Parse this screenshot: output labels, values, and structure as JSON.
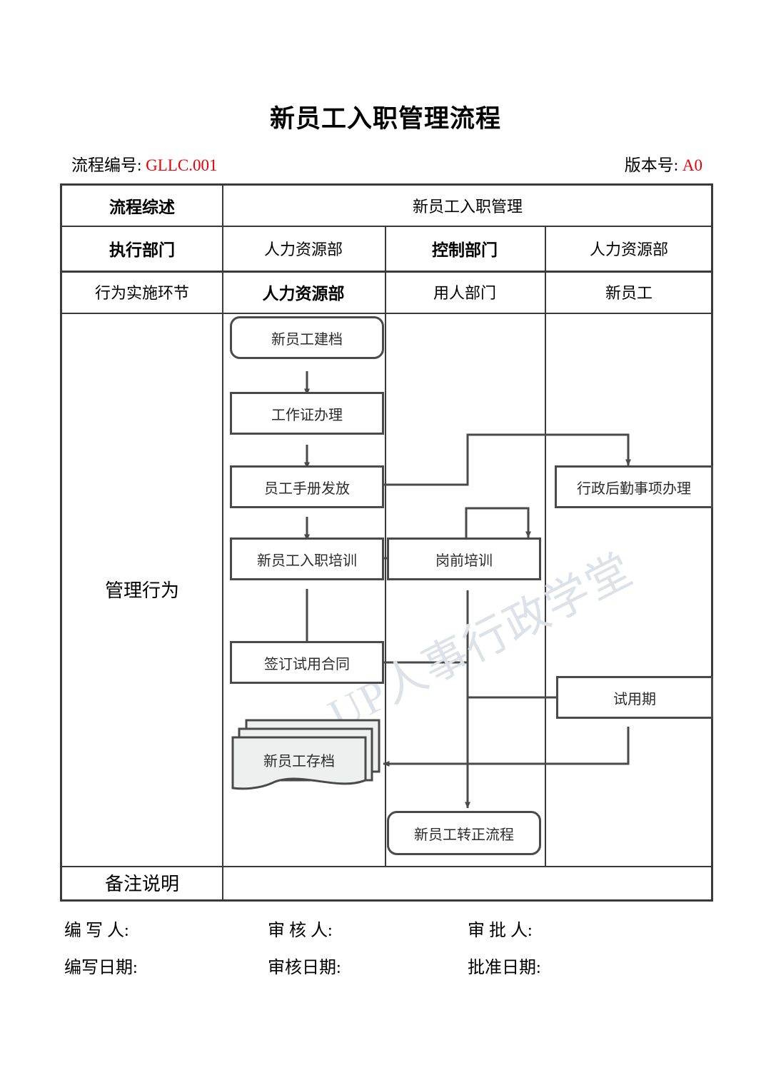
{
  "document": {
    "title": "新员工入职管理流程",
    "process_no_label": "流程编号:",
    "process_no_value": "GLLC.001",
    "version_label": "版本号:",
    "version_value": "A0",
    "accent_color": "#e8000b",
    "border_color": "#3a3a3a",
    "node_border_color": "#4a4a4a"
  },
  "watermark": {
    "text": "UP人事行政学堂"
  },
  "table": {
    "rows": [
      {
        "label": "流程综述",
        "span_value": "新员工入职管理"
      },
      {
        "label": "执行部门",
        "cols": [
          "人力资源部",
          "控制部门",
          "人力资源部"
        ]
      },
      {
        "label": "行为实施环节",
        "cols": [
          "人力资源部",
          "用人部门",
          "新员工"
        ]
      }
    ],
    "body_label": "管理行为",
    "remark_label": "备注说明",
    "remark_value": ""
  },
  "flow": {
    "nodes": [
      {
        "id": "n1",
        "label": "新员工建档",
        "shape": "rounded",
        "lane": "hr"
      },
      {
        "id": "n2",
        "label": "工作证办理",
        "shape": "rect",
        "lane": "hr"
      },
      {
        "id": "n3",
        "label": "员工手册发放",
        "shape": "rect",
        "lane": "hr"
      },
      {
        "id": "n4",
        "label": "新员工入职培训",
        "shape": "rect",
        "lane": "hr"
      },
      {
        "id": "n5",
        "label": "签订试用合同",
        "shape": "rect",
        "lane": "hr"
      },
      {
        "id": "n6",
        "label": "新员工存档",
        "shape": "document",
        "lane": "hr"
      },
      {
        "id": "n7",
        "label": "岗前培训",
        "shape": "rect",
        "lane": "dept"
      },
      {
        "id": "n8",
        "label": "新员工转正流程",
        "shape": "rounded",
        "lane": "dept"
      },
      {
        "id": "n9",
        "label": "行政后勤事项办理",
        "shape": "rect",
        "lane": "employee"
      },
      {
        "id": "n10",
        "label": "试用期",
        "shape": "rect",
        "lane": "employee"
      }
    ],
    "edges": [
      {
        "from": "n1",
        "to": "n2"
      },
      {
        "from": "n2",
        "to": "n3"
      },
      {
        "from": "n3",
        "to": "n4"
      },
      {
        "from": "n3",
        "to": "n9"
      },
      {
        "from": "n4",
        "to": "n7"
      },
      {
        "from": "n4",
        "to": "n5"
      },
      {
        "from": "n5",
        "to": "n10"
      },
      {
        "from": "n7",
        "to": "n8"
      },
      {
        "from": "n10",
        "to": "n6"
      }
    ]
  },
  "footer": {
    "row1": [
      "编 写 人:",
      "审 核 人:",
      "审 批 人:"
    ],
    "row2": [
      "编写日期:",
      "审核日期:",
      "批准日期:"
    ]
  }
}
